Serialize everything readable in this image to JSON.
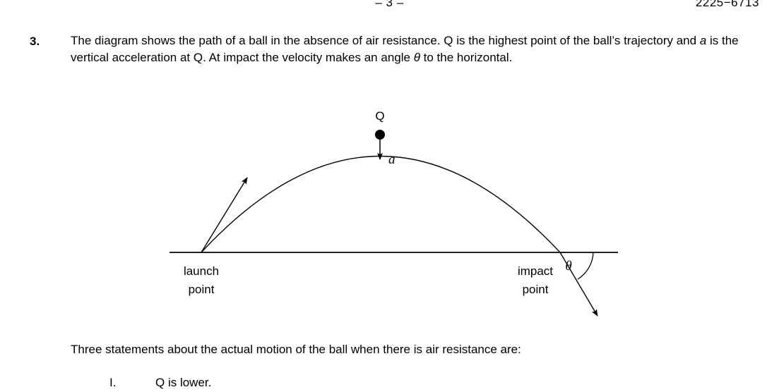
{
  "header": {
    "page_marker": "– 3 –",
    "paper_code": "2225−6713"
  },
  "question": {
    "number": "3.",
    "text_part_1": "The diagram shows the path of a ball in the absence of air resistance. Q is the highest point of the ball’s trajectory and ",
    "italic_a": "a",
    "text_part_2": " is the vertical acceleration at Q. At impact the velocity makes an angle ",
    "italic_theta": "θ",
    "text_part_3": " to the horizontal."
  },
  "diagram": {
    "apex_label": "Q",
    "acceleration_label": "a",
    "angle_label": "θ",
    "launch_label_line1": "launch",
    "launch_label_line2": "point",
    "impact_label_line1": "impact",
    "impact_label_line2": "point",
    "stroke_color": "#000000"
  },
  "lead_in": "Three statements about the actual motion of the ball when there is air resistance are:",
  "statements": [
    {
      "numeral": "I.",
      "text": "Q is lower."
    }
  ]
}
